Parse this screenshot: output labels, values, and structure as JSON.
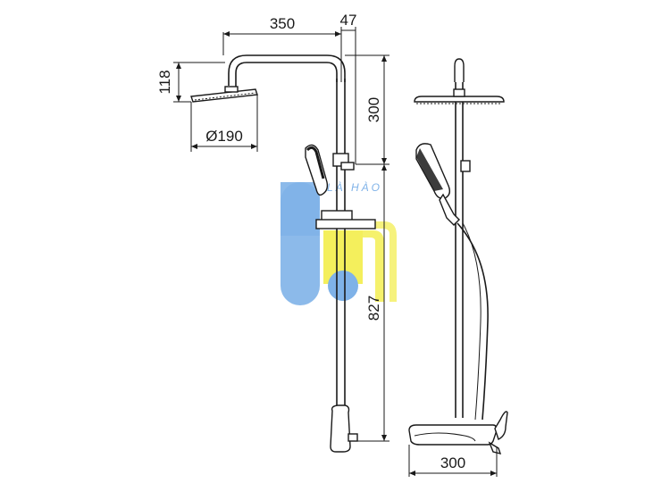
{
  "dimensions": {
    "arm_length": "350",
    "arm_offset": "47",
    "head_height": "118",
    "head_diameter": "Ø190",
    "upper_height": "300",
    "bar_height": "827",
    "mixer_width": "300"
  },
  "watermark": {
    "text": "LÀ HÀO",
    "blue": "#7fb2e8",
    "yellow": "#f4ef5c"
  }
}
